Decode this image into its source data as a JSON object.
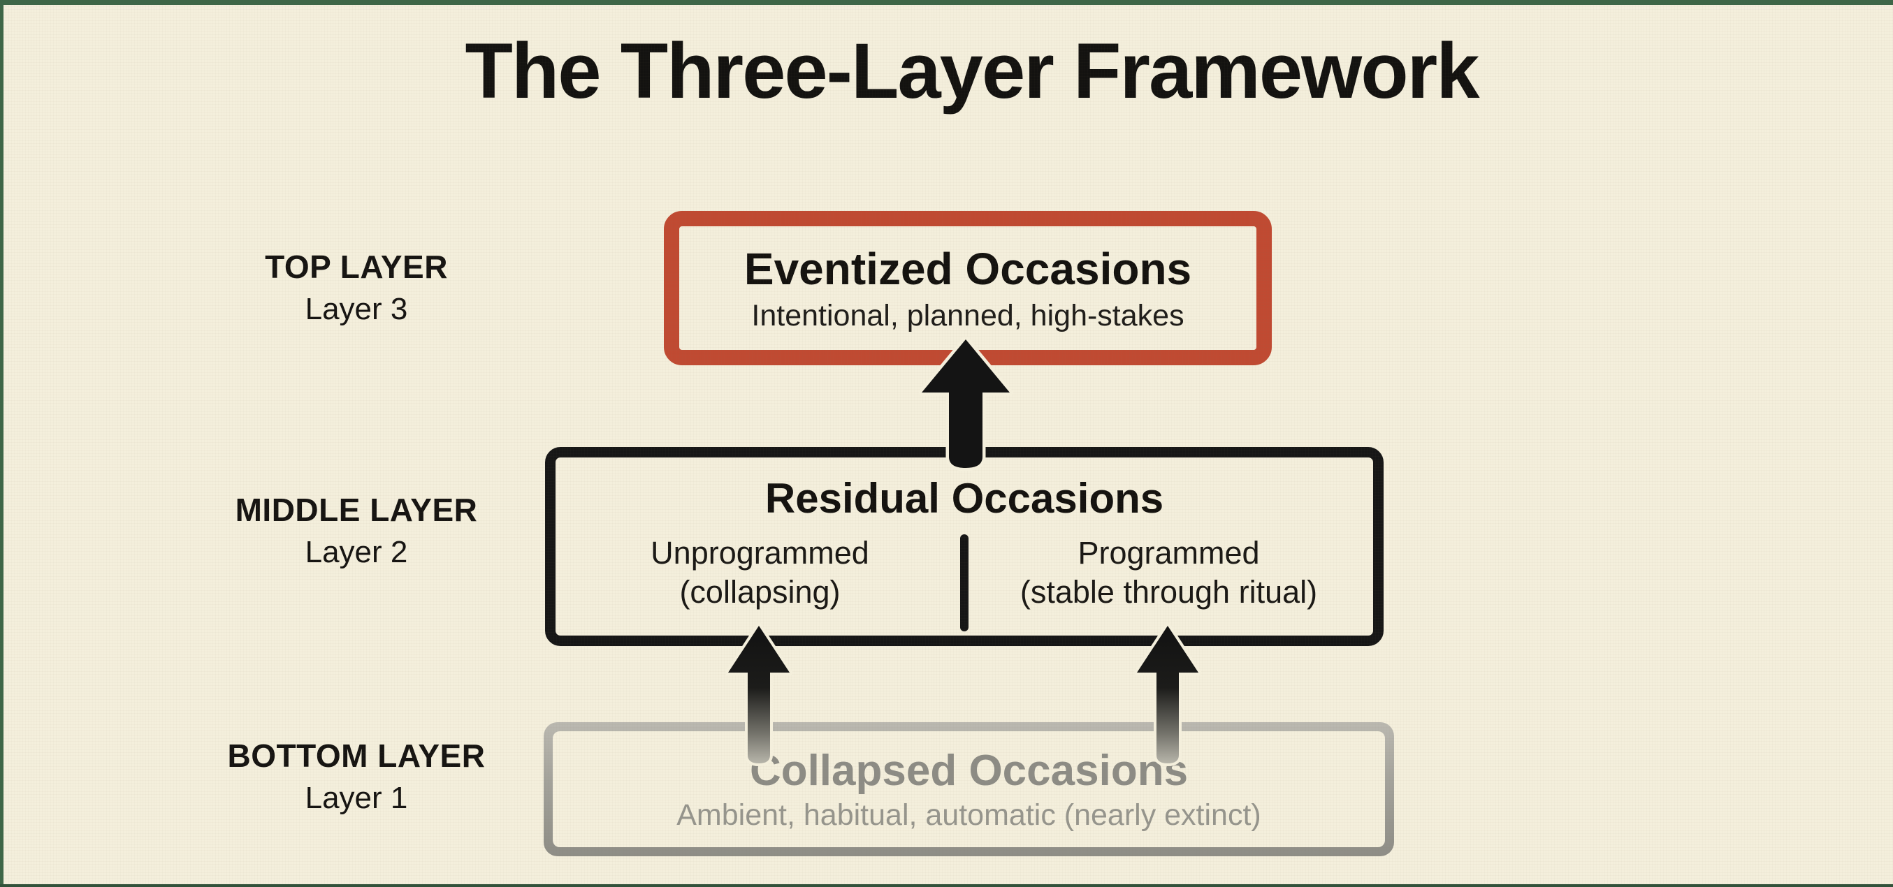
{
  "page": {
    "title": "The Three-Layer Framework"
  },
  "colors": {
    "background": "#f4efdc",
    "edge_green": "#3e6647",
    "accent_red": "#c04a32",
    "ink_black": "#161412",
    "faded_gray": "#8d8c85"
  },
  "layers": [
    {
      "id": "top",
      "side_label": "TOP LAYER",
      "side_sublabel": "Layer 3",
      "box_title": "Eventized Occasions",
      "box_subtitle": "Intentional, planned, high-stakes"
    },
    {
      "id": "middle",
      "side_label": "MIDDLE LAYER",
      "side_sublabel": "Layer 2",
      "box_title": "Residual Occasions",
      "columns": [
        {
          "title": "Unprogrammed",
          "subtitle": "(collapsing)"
        },
        {
          "title": "Programmed",
          "subtitle": "(stable through ritual)"
        }
      ]
    },
    {
      "id": "bottom",
      "side_label": "BOTTOM LAYER",
      "side_sublabel": "Layer 1",
      "box_title": "Collapsed Occasions",
      "box_subtitle": "Ambient, habitual, automatic (nearly extinct)"
    }
  ]
}
